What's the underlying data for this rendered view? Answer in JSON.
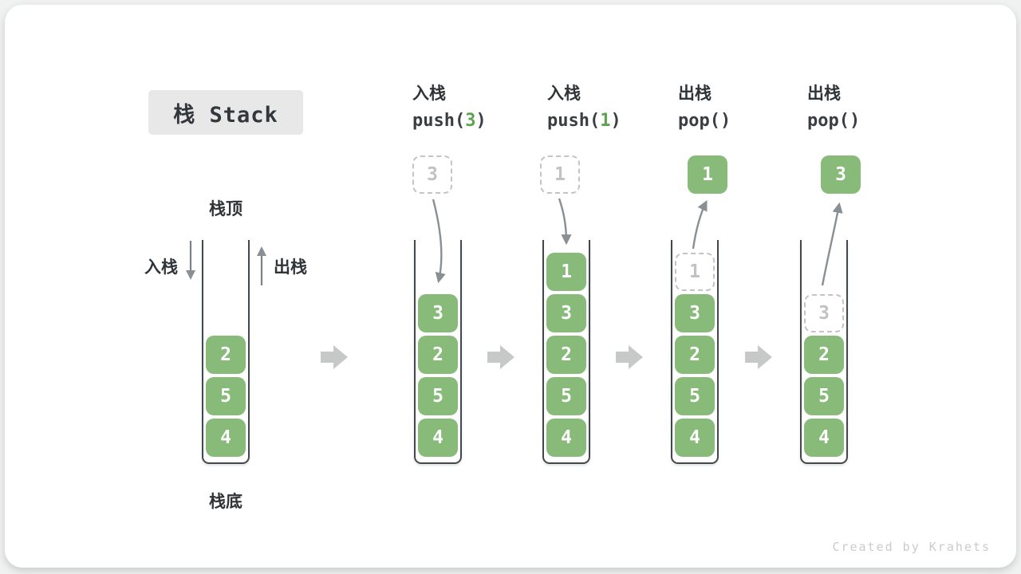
{
  "title_badge": "栈 Stack",
  "watermark": "Created by Krahets",
  "colors": {
    "cell_green": "#88BB7A",
    "code_arg_green": "#5EA14F",
    "flow_arrow_gray": "#C7C9C9",
    "stroke_gray": "#8A8F93",
    "badge_bg": "#E8E8E8"
  },
  "initial": {
    "top_label": "栈顶",
    "bottom_label": "栈底",
    "push_label": "入栈",
    "pop_label": "出栈",
    "values": [
      "2",
      "5",
      "4"
    ]
  },
  "steps": [
    {
      "op": "入栈",
      "code_pre": "push(",
      "code_arg": "3",
      "code_post": ")",
      "float": {
        "value": "3",
        "variant": "dashed"
      },
      "cells": [
        {
          "value": "3",
          "variant": "solid"
        },
        {
          "value": "2",
          "variant": "solid"
        },
        {
          "value": "5",
          "variant": "solid"
        },
        {
          "value": "4",
          "variant": "solid"
        }
      ]
    },
    {
      "op": "入栈",
      "code_pre": "push(",
      "code_arg": "1",
      "code_post": ")",
      "float": {
        "value": "1",
        "variant": "dashed"
      },
      "cells": [
        {
          "value": "1",
          "variant": "solid"
        },
        {
          "value": "3",
          "variant": "solid"
        },
        {
          "value": "2",
          "variant": "solid"
        },
        {
          "value": "5",
          "variant": "solid"
        },
        {
          "value": "4",
          "variant": "solid"
        }
      ]
    },
    {
      "op": "出栈",
      "code_pre": "pop(",
      "code_arg": "",
      "code_post": ")",
      "float": {
        "value": "1",
        "variant": "solid"
      },
      "cells": [
        {
          "value": "1",
          "variant": "ghost"
        },
        {
          "value": "3",
          "variant": "solid"
        },
        {
          "value": "2",
          "variant": "solid"
        },
        {
          "value": "5",
          "variant": "solid"
        },
        {
          "value": "4",
          "variant": "solid"
        }
      ]
    },
    {
      "op": "出栈",
      "code_pre": "pop(",
      "code_arg": "",
      "code_post": ")",
      "float": {
        "value": "3",
        "variant": "solid"
      },
      "cells": [
        {
          "value": "3",
          "variant": "ghost"
        },
        {
          "value": "2",
          "variant": "solid"
        },
        {
          "value": "5",
          "variant": "solid"
        },
        {
          "value": "4",
          "variant": "solid"
        }
      ]
    }
  ]
}
